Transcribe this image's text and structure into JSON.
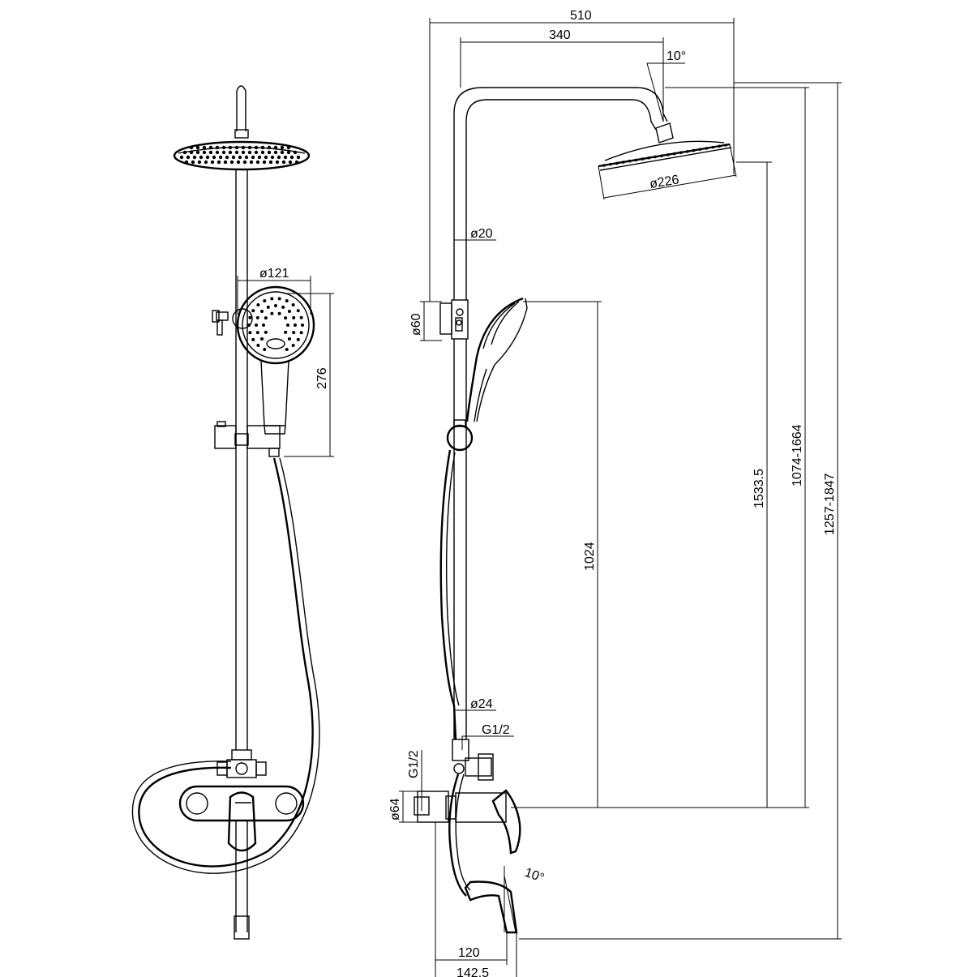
{
  "drawing": {
    "dimensions": {
      "width_overall": "510",
      "arm_reach": "340",
      "head_tilt": "10°",
      "head_diameter": "ø226",
      "rail_diameter": "ø20",
      "handset_diameter": "ø121",
      "handset_length": "276",
      "bracket_diameter": "ø60",
      "lower_pipe_diameter": "ø24",
      "outlet_thread": "G1/2",
      "inlet_thread": "G1/2",
      "mixer_diameter": "ø64",
      "handset_holder_height": "1024",
      "head_height": "1533.5",
      "slide_range": "1074-1664",
      "total_height": "1257-1847",
      "spout_angle": "10°",
      "spout_reach": "120",
      "mixer_reach": "142.5"
    }
  }
}
